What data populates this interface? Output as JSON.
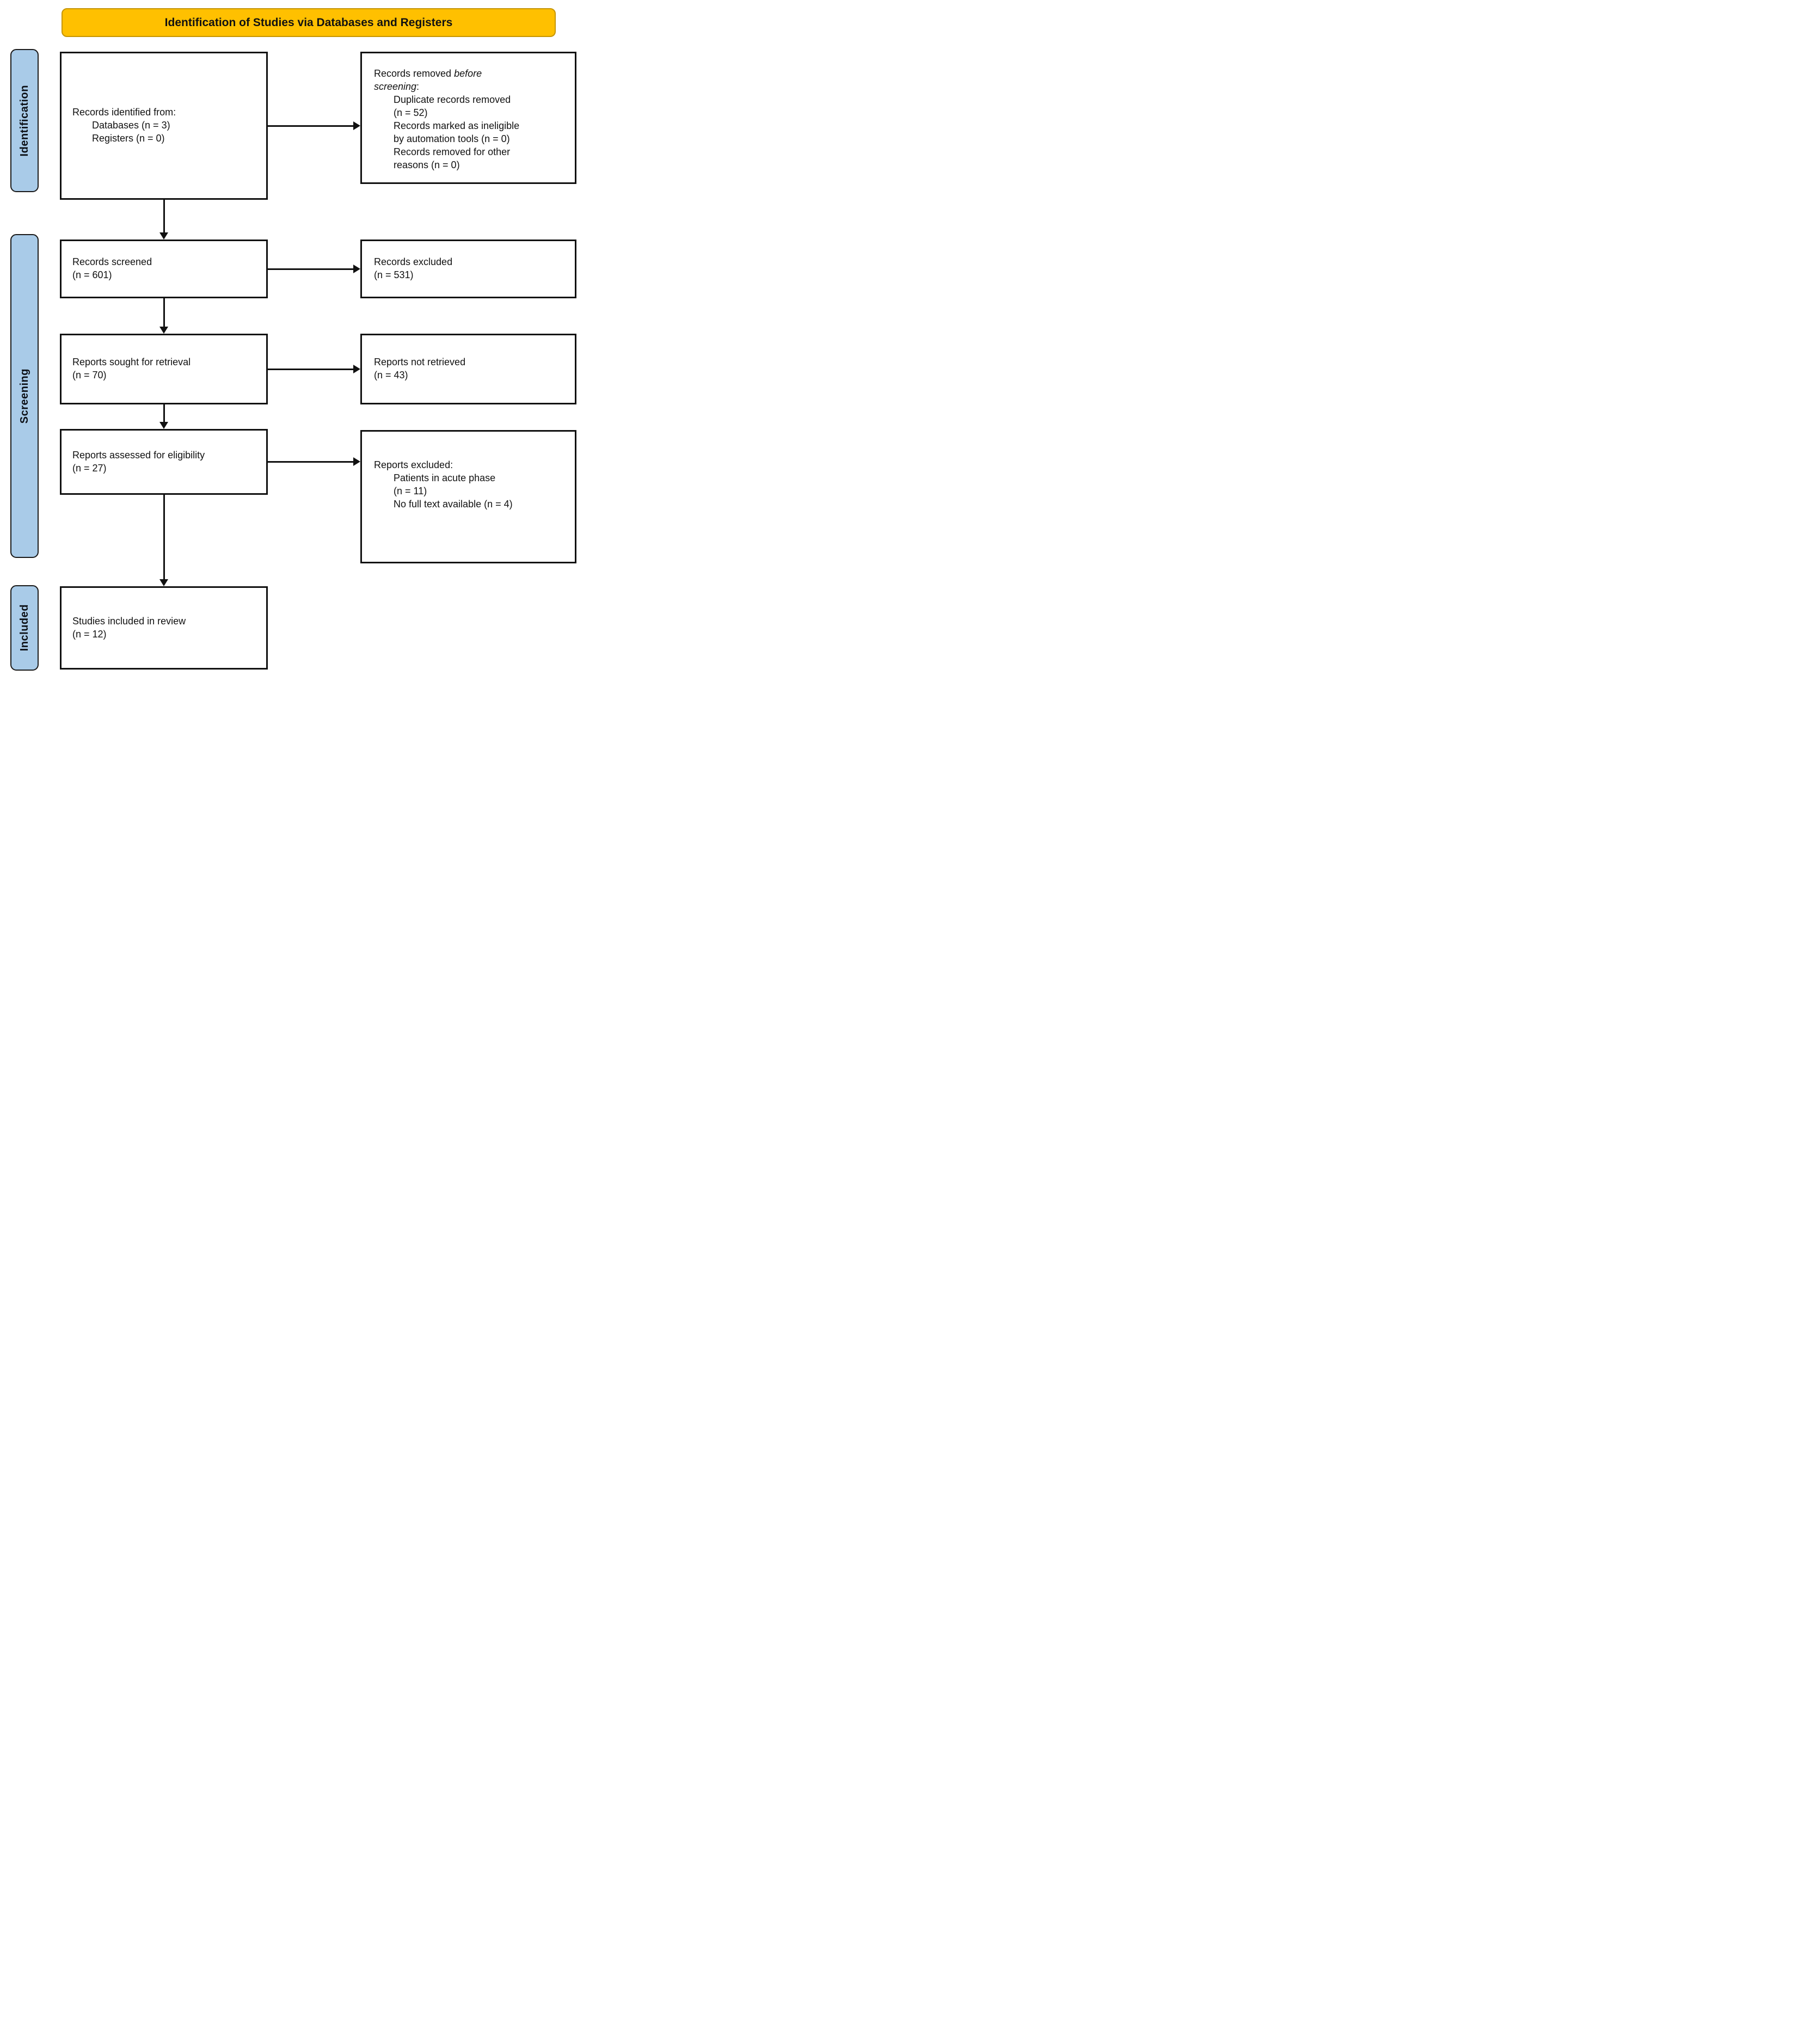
{
  "header": {
    "title": "Identification of Studies via Databases and Registers"
  },
  "sidebar": {
    "identification": "Identification",
    "screening": "Screening",
    "included": "Included"
  },
  "colors": {
    "banner_bg": "#FFC000",
    "banner_border": "#C69500",
    "sidebar_bg": "#A9CBE8",
    "box_border": "#111111"
  },
  "boxes": {
    "records_identified": {
      "title": "Records identified from:",
      "items": [
        "Databases (n = 3)",
        "Registers (n = 0)"
      ]
    },
    "records_removed": {
      "line1_text": "Records removed",
      "line1_italic": "before",
      "line2_italic": "screening",
      "line2_suffix": ":",
      "items": [
        "Duplicate records removed",
        "(n = 52)",
        "Records marked as ineligible",
        "by automation tools (n = 0)",
        "Records removed for other",
        "reasons (n = 0)"
      ]
    },
    "records_screened": {
      "lines": [
        "Records screened",
        "(n = 601)"
      ]
    },
    "records_excluded": {
      "lines": [
        "Records excluded",
        "(n = 531)"
      ]
    },
    "reports_sought": {
      "lines": [
        "Reports sought for retrieval",
        "(n = 70)"
      ]
    },
    "reports_not_retrieved": {
      "lines": [
        "Reports not retrieved",
        "(n = 43)"
      ]
    },
    "reports_assessed": {
      "lines": [
        "Reports assessed for eligibility",
        "(n = 27)"
      ]
    },
    "reports_excluded": {
      "title": "Reports excluded:",
      "items": [
        "Patients in acute phase",
        "(n = 11)",
        "No full text available (n = 4)"
      ]
    },
    "studies_included": {
      "lines": [
        "Studies included in review",
        "(n = 12)"
      ]
    }
  }
}
